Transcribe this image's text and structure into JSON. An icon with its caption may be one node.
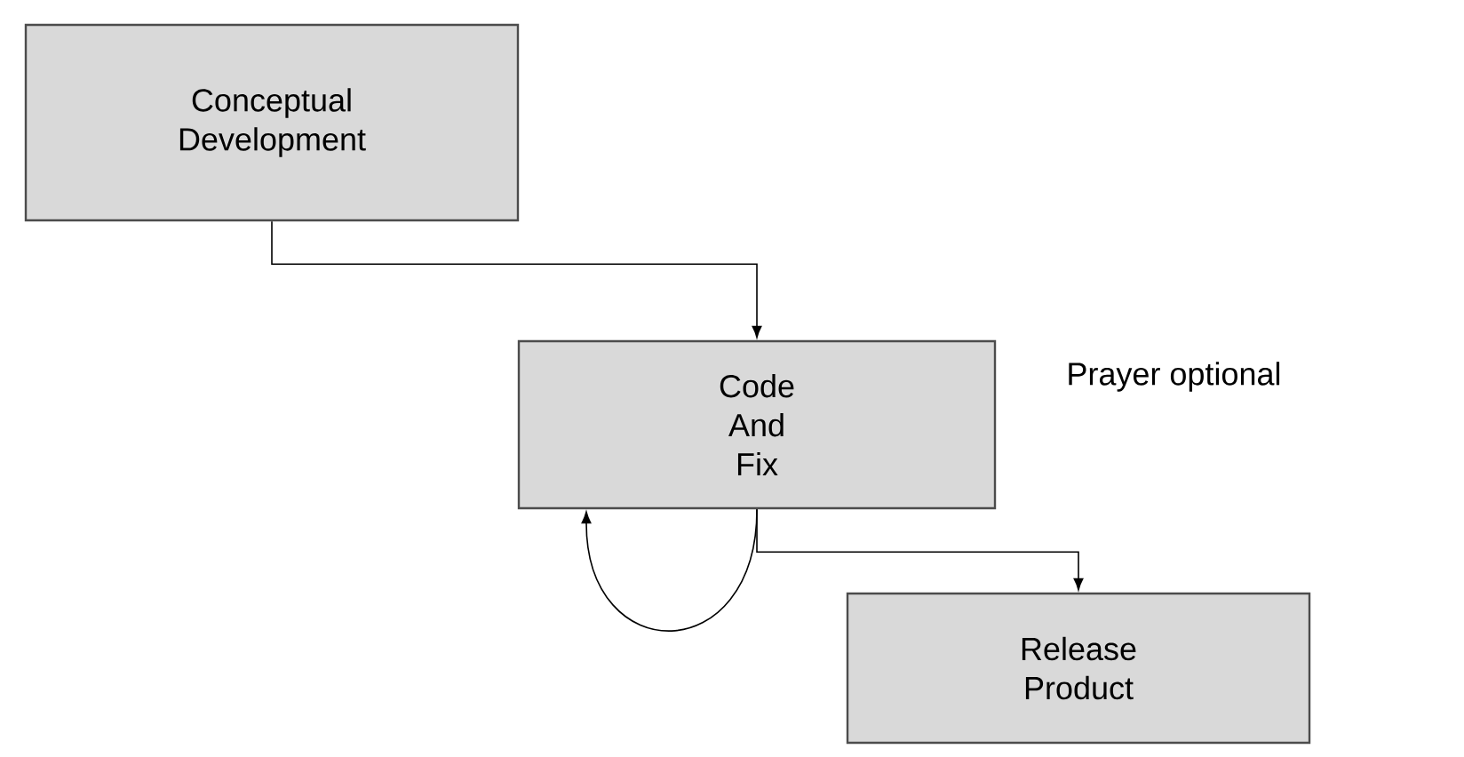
{
  "diagram": {
    "nodes": [
      {
        "text": [
          "Conceptual Development"
        ]
      },
      {
        "text": [
          "Code And Fix"
        ]
      },
      {
        "text": [
          "Release Product"
        ]
      }
    ],
    "edges": [
      {
        "from": 0,
        "to": 1,
        "arrow": "to"
      },
      {
        "from": 1,
        "to": 1,
        "arrow": "to"
      },
      {
        "from": 1,
        "to": 2,
        "arrow": "to"
      }
    ],
    "labels": [
      "Prayer optional"
    ]
  }
}
